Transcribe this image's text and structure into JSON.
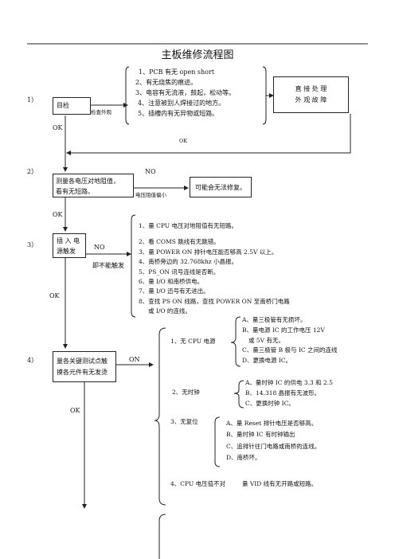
{
  "title": "主板维修流程图",
  "step_labels": [
    "1）",
    "2）",
    "3）",
    "4）"
  ],
  "step1": {
    "box": "目检",
    "arrow_label": "检查外观",
    "checklist": [
      "1、PCB 有无 open short",
      "2、有无烧焦的痕迹。",
      "3、电容有无流液，鼓起，松动等。",
      "4、注意被别人焊接过的地方。",
      "5、插槽内有无异物或短路。"
    ],
    "result_box": [
      "直 接 处 理",
      "外 观 故 障"
    ],
    "ok_left": "OK",
    "ok_right": "OK"
  },
  "step2": {
    "box": [
      "测量各电压对地阻值，",
      "看有无短路。"
    ],
    "no_label": "NO",
    "arrow_label": "电压阻值偏小",
    "result_box": "可能会无法修复。",
    "ok": "OK"
  },
  "step3": {
    "box": [
      "插 入 电",
      "源触发"
    ],
    "no_label": "NO",
    "arrow_label": "即不能触发",
    "ok": "OK",
    "checklist": [
      "1、量 CPU 电压对地阻值有无短路。",
      "2、看 COMS 跳线有无跳错。",
      "3、量 POWER ON 排针电压能否够高 2.5V 以上。",
      "4、南桥旁边的 32.768khz 小晶振。",
      "5、PS_ON 讯号连线是否断。",
      "6、量 I/O 和南桥供电。",
      "7、量 I/O 迅号有无进出。",
      "8、查找 PS ON 线路，查找 POWER ON 至南桥门电路",
      "或 I/O 的连线。"
    ]
  },
  "step4": {
    "box": [
      "量各关键测试点触",
      "摸各元件有无发烫"
    ],
    "on_label": "ON",
    "ok": "OK",
    "branches": [
      {
        "label": "1、无 CPU 电源",
        "items": [
          "A、量三极管有无损坏。",
          "B、量电源 IC 的工作电压 12V",
          "或 5V 有无。",
          "C、量三极管 B 极与 IC 之间的连线",
          "D、更换电源 IC。"
        ]
      },
      {
        "label": "2、无时钟",
        "items": [
          "A、量时钟 IC 的供电 3.3 和 2.5",
          "B、14.318 晶振有无波形。",
          "C、更换时钟 IC。"
        ]
      },
      {
        "label": "3、无复位",
        "items": [
          "A、量 Reset 排针电压是否够高。",
          "B、量时钟 IC 有时钟输出",
          "C、追排针往门电路或南桥的连线。",
          "D、南桥坏。"
        ]
      },
      {
        "label": "4、CPU 电压值不对",
        "items": [
          "量 VID 线有无开路或短路。"
        ]
      }
    ]
  }
}
